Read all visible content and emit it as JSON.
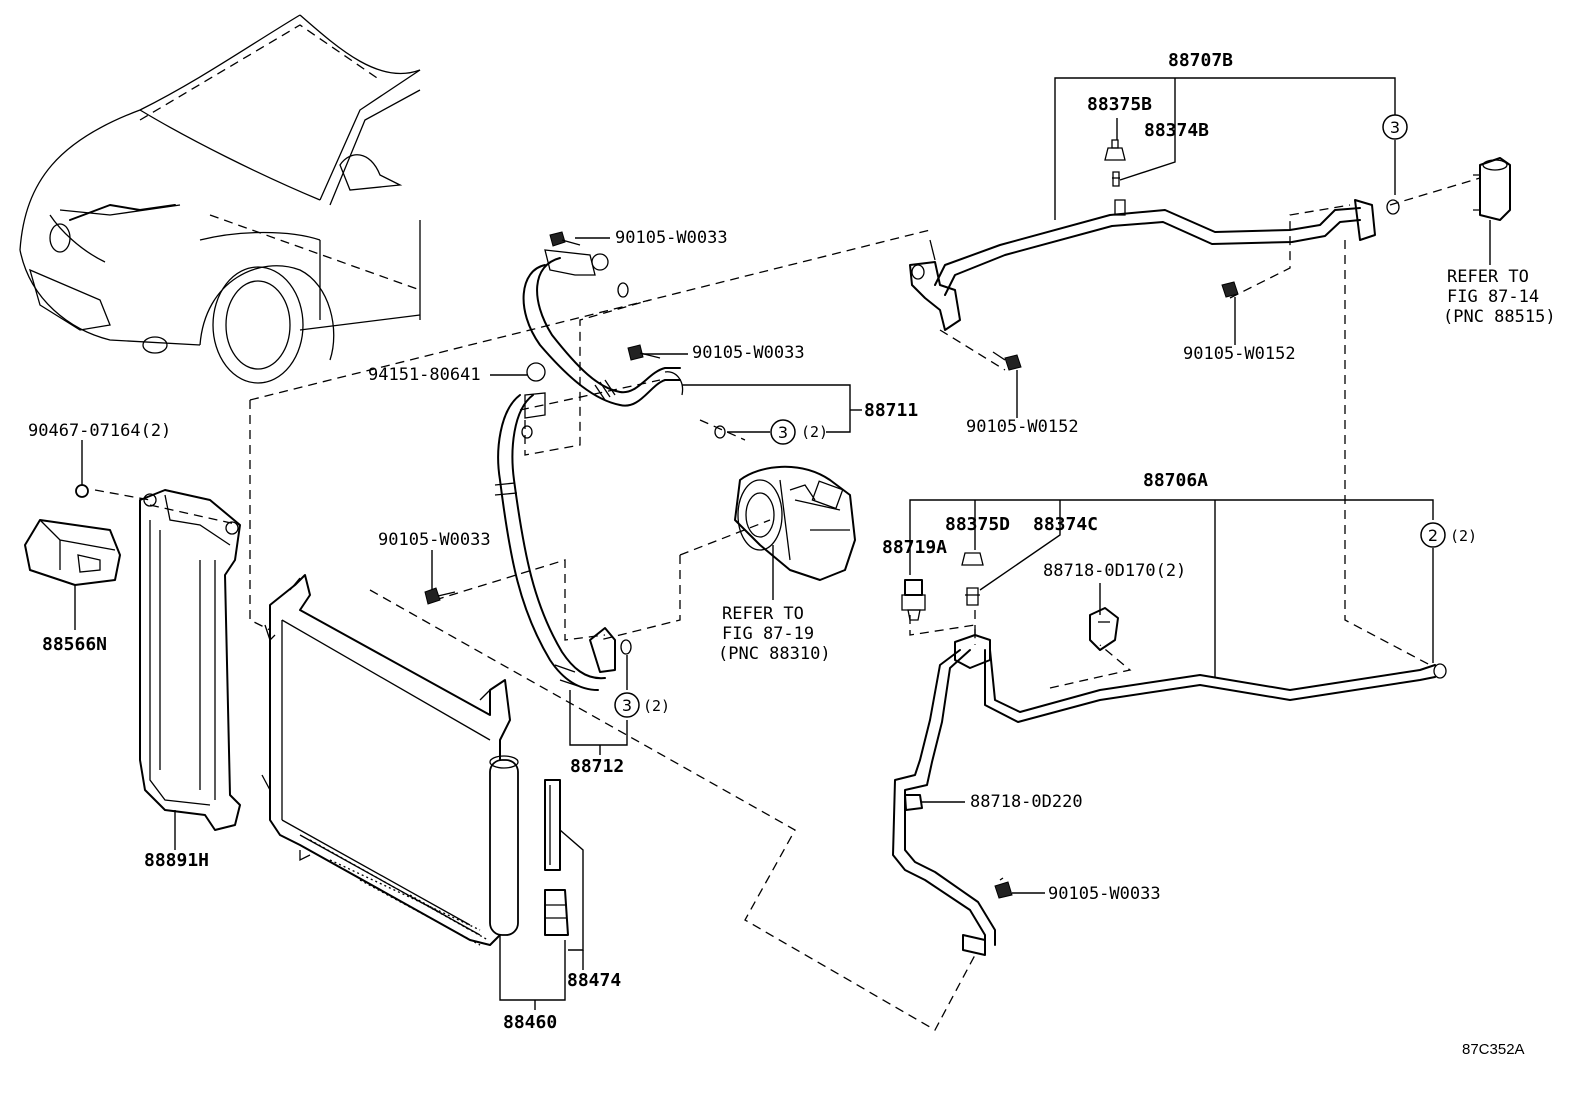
{
  "labels": {
    "p88707B": "88707B",
    "p88375B": "88375B",
    "p88374B": "88374B",
    "p90105W0033_top": "90105-W0033",
    "p90105W0033_mid": "90105-W0033",
    "p94151": "94151-80641",
    "p88711": "88711",
    "p90105W0152_a": "90105-W0152",
    "p90105W0152_b": "90105-W0152",
    "p90467": "90467-07164(2)",
    "p88566N": "88566N",
    "p88891H": "88891H",
    "p90105W0033_left": "90105-W0033",
    "p88712": "88712",
    "p88474": "88474",
    "p88460": "88460",
    "p88706A": "88706A",
    "p88375D": "88375D",
    "p88374C": "88374C",
    "p88719A": "88719A",
    "p88718_0D170": "88718-0D170(2)",
    "p88718_0D220": "88718-0D220",
    "p90105W0033_low": "90105-W0033",
    "qty2": "(2)",
    "qty2b": "(2)",
    "qty2c": "(2)",
    "qty2d": "(2)"
  },
  "refs": {
    "ref1": [
      "REFER TO",
      "FIG 87-14",
      "(PNC 88515)"
    ],
    "ref2": [
      "REFER TO",
      "FIG 87-19",
      "(PNC 88310)"
    ]
  },
  "circles": {
    "c3_top": "3",
    "c3_mid": "3",
    "c3_low": "3",
    "c2_right": "2"
  },
  "figure_code": "87C352A"
}
